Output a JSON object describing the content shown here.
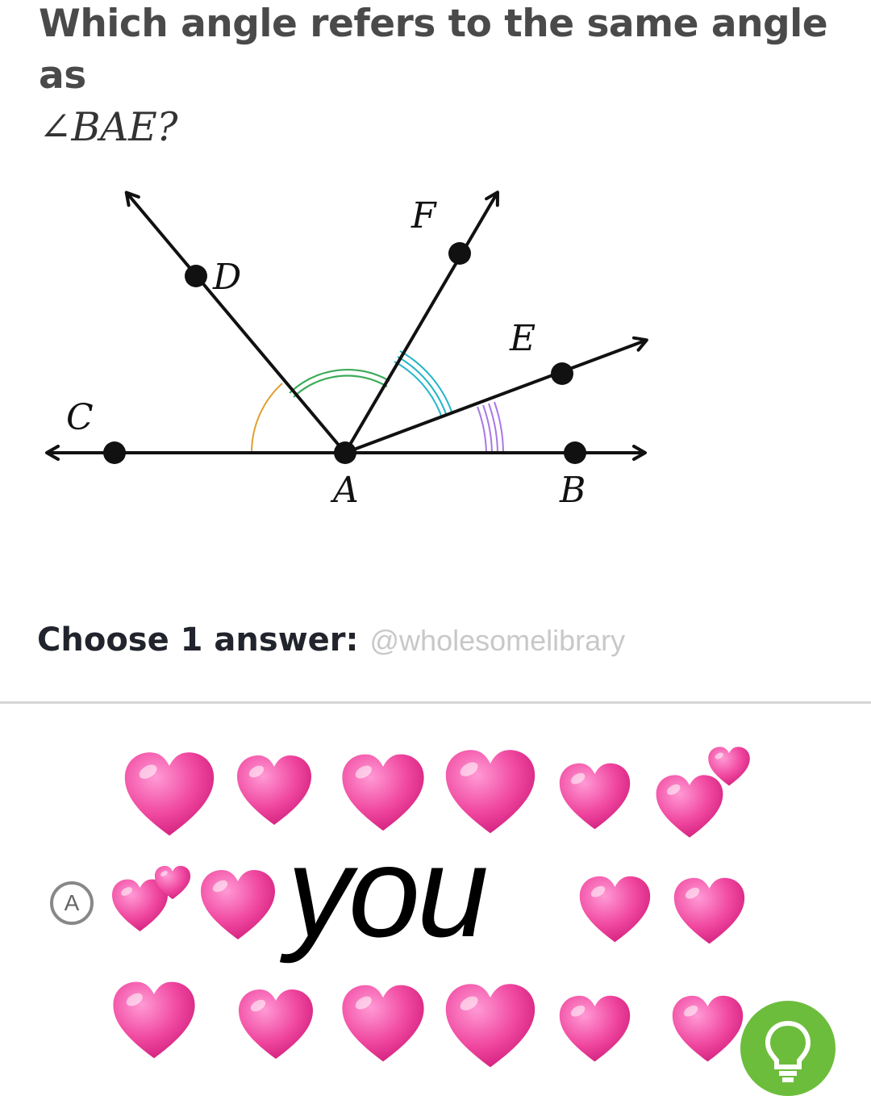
{
  "question": {
    "prefix": "Which angle refers to the same angle as",
    "angle": "∠BAE",
    "suffix": "?"
  },
  "diagram": {
    "points": {
      "A": "A",
      "B": "B",
      "C": "C",
      "D": "D",
      "E": "E",
      "F": "F"
    }
  },
  "answers": {
    "prompt": "Choose 1 answer:",
    "watermark": "@wholesomelibrary",
    "choices": [
      {
        "letter": "A",
        "content": "you"
      }
    ]
  },
  "stickers": {
    "icon": "heart-emoji-icon"
  },
  "hint": {
    "icon": "lightbulb-icon"
  }
}
